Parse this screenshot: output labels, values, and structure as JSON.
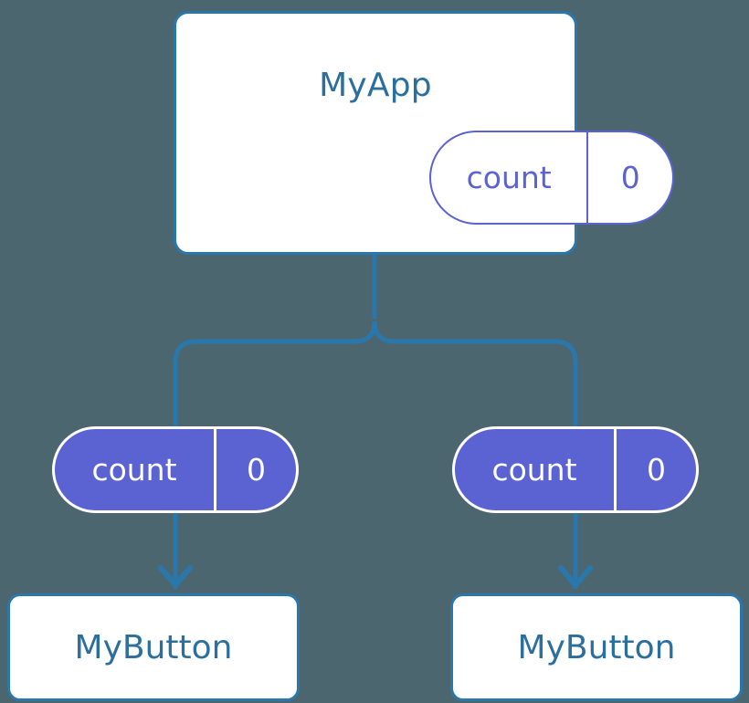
{
  "diagram": {
    "type": "component-tree",
    "background_color": "#4c6670",
    "accent_blue": "#2a77ab",
    "accent_purple": "#5b63d3",
    "root": {
      "name": "root-component",
      "title": "MyApp",
      "state": {
        "key": "count",
        "value": "0"
      }
    },
    "children": [
      {
        "name": "child-left",
        "state": {
          "key": "count",
          "value": "0"
        },
        "leaf_label": "MyButton"
      },
      {
        "name": "child-right",
        "state": {
          "key": "count",
          "value": "0"
        },
        "leaf_label": "MyButton"
      }
    ],
    "connectors": {
      "trunk": "vertical-line-from-root",
      "branches": "two-rounded-elbows",
      "arrows": "down-arrow-to-leaf"
    }
  }
}
